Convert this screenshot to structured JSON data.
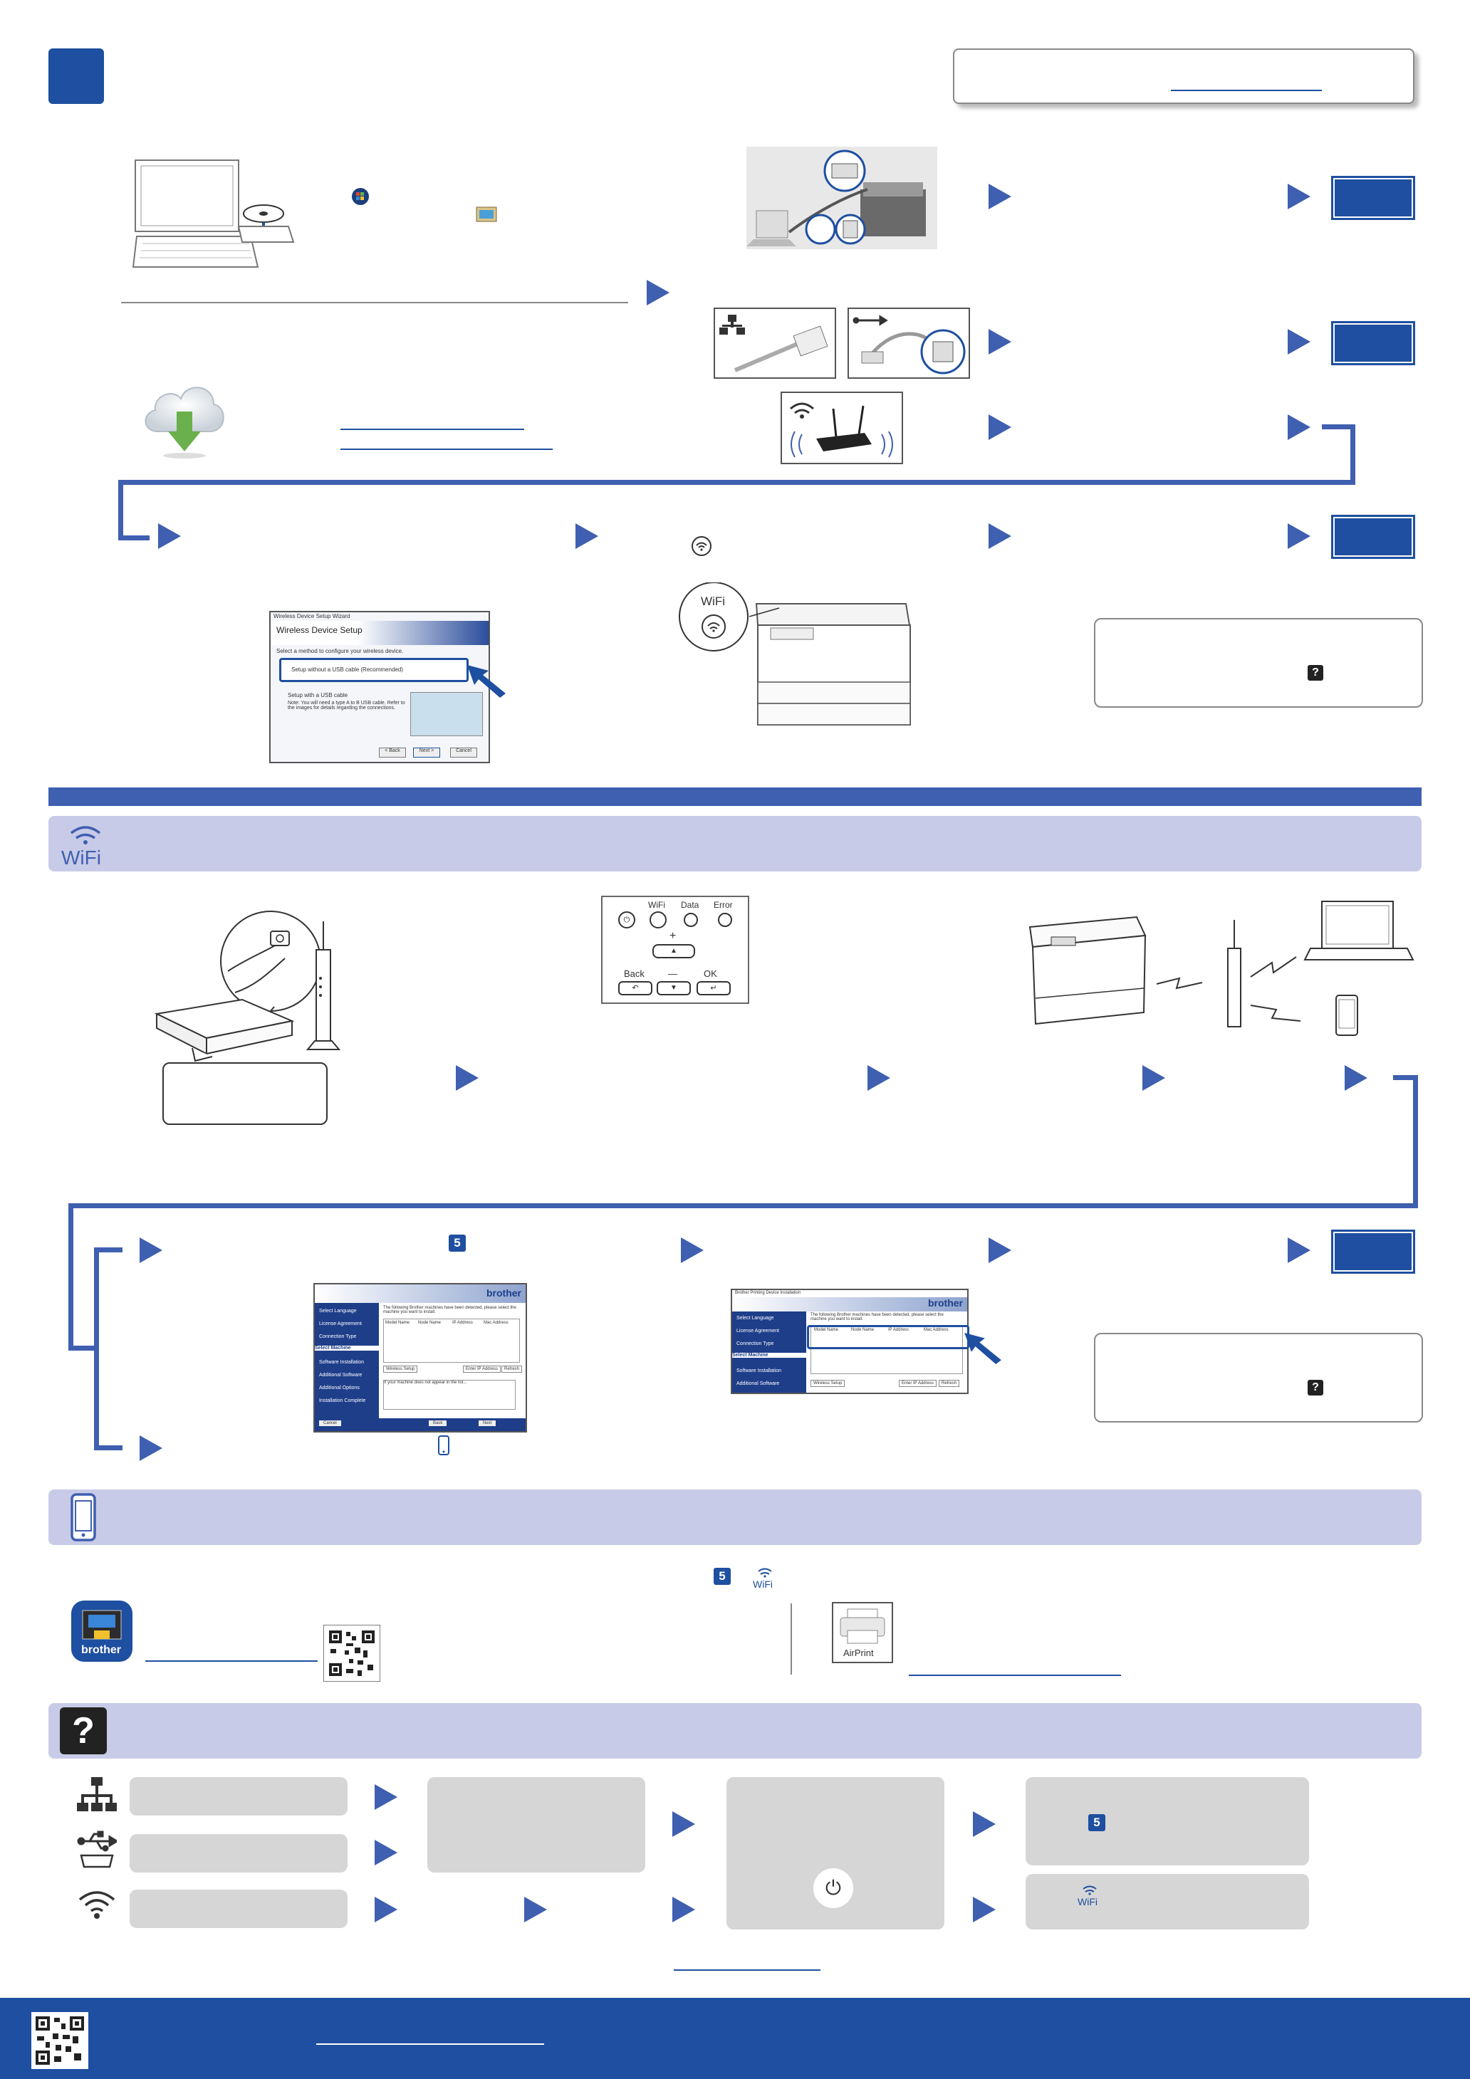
{
  "section2": {
    "number_label": "",
    "corner_panel_text": ""
  },
  "wifi_band": {
    "label": "WiFi"
  },
  "control_panel": {
    "leds": [
      "WiFi",
      "Data",
      "Error"
    ],
    "plus": "+",
    "minus": "—",
    "back": "Back",
    "ok": "OK"
  },
  "steps": {
    "step_chip": "5"
  },
  "wifi_dialog": {
    "label": "WiFi"
  },
  "setup_dialog": {
    "window_title": "Wireless Device Setup Wizard",
    "title": "Wireless Device Setup",
    "prompt": "Select a method to configure your wireless device.",
    "option1": "Setup without a USB cable (Recommended)",
    "option2": "Setup with a USB cable",
    "option2_note": "Note: You will need a type A to B USB cable. Refer to the images for details regarding the connections.",
    "back_btn": "< Back",
    "next_btn": "Next >",
    "cancel_btn": "Cancel"
  },
  "installer1": {
    "brand": "brother",
    "sidebar": [
      "Select Language",
      "License Agreement",
      "Connection Type",
      "Select Machine",
      "Software Installation",
      "Additional Software",
      "Additional Options",
      "Installation Complete"
    ],
    "message": "The following Brother machines have been detected, please select the machine you want to install.",
    "columns": [
      "Model Name",
      "Node Name",
      "IP Address",
      "Mac Address"
    ],
    "buttons": [
      "Wireless Setup",
      "Enter IP Address",
      "Refresh"
    ],
    "note": "If your machine does not appear in the list...",
    "footer_buttons": [
      "Cancel",
      "Back",
      "Next"
    ]
  },
  "installer2": {
    "brand": "brother",
    "window_title": "Brother Printing Device Installation",
    "sidebar": [
      "Select Language",
      "License Agreement",
      "Connection Type",
      "Select Machine",
      "Software Installation",
      "Additional Software"
    ],
    "message": "The following Brother machines have been detected, please select the machine you want to install.",
    "columns": [
      "Model Name",
      "Node Name",
      "IP Address",
      "Mac Address"
    ],
    "buttons": [
      "Wireless Setup",
      "Enter IP Address",
      "Refresh"
    ]
  },
  "mobile": {
    "app_name": "brother",
    "airprint": "AirPrint"
  },
  "colors": {
    "brand_blue": "#1e4fa0",
    "arrow_blue": "#3f5fb0",
    "band_lavender": "#c8cbe8",
    "panel_gray": "#d6d6d6"
  },
  "icons": [
    "cd-drive-icon",
    "windows-start-icon",
    "folder-icon",
    "cloud-download-icon",
    "usb-icon",
    "network-icon",
    "wifi-icon",
    "phone-icon",
    "help-icon",
    "power-icon",
    "qr-code-icon"
  ]
}
